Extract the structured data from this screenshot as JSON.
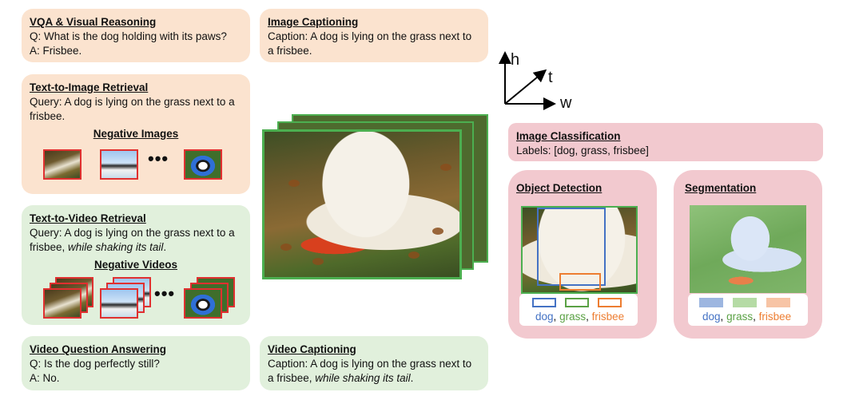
{
  "vqa": {
    "title": "VQA & Visual Reasoning",
    "question": "Q: What is the dog holding with its paws?",
    "answer": "A: Frisbee."
  },
  "image_captioning": {
    "title": "Image Captioning",
    "caption": "Caption: A dog is lying on the grass next to a frisbee."
  },
  "text_to_image": {
    "title": "Text-to-Image Retrieval",
    "query": "Query: A dog is lying on the grass next to a frisbee.",
    "negatives_label": "Negative Images",
    "ellipsis": "•••"
  },
  "text_to_video": {
    "title": "Text-to-Video Retrieval",
    "query_prefix": "Query: A dog is lying on the grass next to a frisbee,",
    "query_italic": "while shaking its tail",
    "query_suffix": ".",
    "negatives_label": "Negative Videos",
    "ellipsis": "•••"
  },
  "video_qa": {
    "title": "Video Question Answering",
    "question": "Q: Is the dog perfectly still?",
    "answer": "A: No."
  },
  "video_captioning": {
    "title": "Video Captioning",
    "caption_prefix": "Caption: A dog is lying on the grass next to a frisbee,",
    "caption_italic": "while shaking its tail",
    "caption_suffix": "."
  },
  "axes": {
    "h": "h",
    "t": "t",
    "w": "w"
  },
  "image_classification": {
    "title": "Image Classification",
    "labels": "Labels: [dog, grass, frisbee]"
  },
  "object_detection": {
    "title": "Object Detection",
    "legend": [
      {
        "label": "dog",
        "color": "#4472c4"
      },
      {
        "label": "grass",
        "color": "#5aa144"
      },
      {
        "label": "frisbee",
        "color": "#ed7d31"
      }
    ]
  },
  "segmentation": {
    "title": "Segmentation",
    "legend": [
      {
        "label": "dog",
        "color": "#9db6e0"
      },
      {
        "label": "grass",
        "color": "#b5dba5"
      },
      {
        "label": "frisbee",
        "color": "#f7c4a5"
      }
    ]
  },
  "legend_separator": ","
}
